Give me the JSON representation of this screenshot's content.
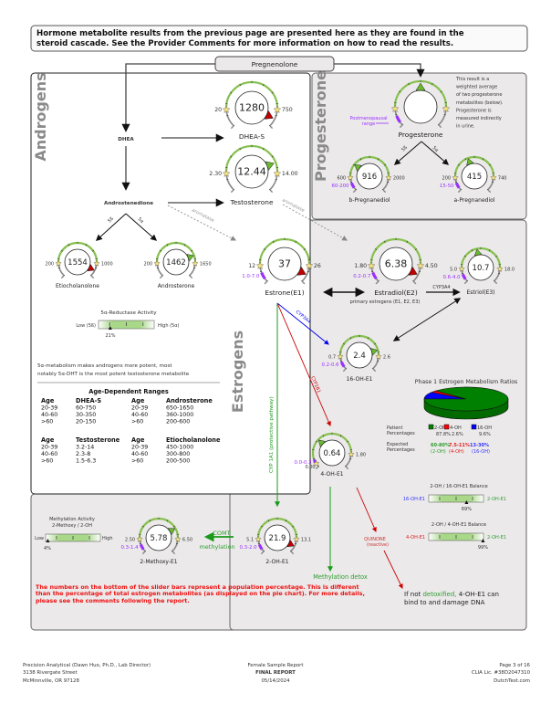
{
  "header": {
    "note_line1": "Hormone metabolite results from the previous page are presented here as they are found in the",
    "note_line2": "steroid cascade. See the Provider Comments for more information on how to read the results."
  },
  "pregnenolone": "Pregnenolone",
  "sections": {
    "androgens": "Androgens",
    "progesterone": "Progesterone",
    "estrogens": "Estrogens"
  },
  "androgens": {
    "dhea": "DHEA",
    "androstenedione": "Androstenedione",
    "enzyme_5b": "5ß",
    "enzyme_5a": "5α",
    "aromatase": "aromatase",
    "reductase": {
      "title": "5α-Reductase Activity",
      "low": "Low (5ß)",
      "high": "High (5α)",
      "value_label": "21%",
      "fraction": 0.21
    },
    "note_line1": "5α-metabolism makes androgens more potent, most",
    "note_line2": "notably 5α-DHT is the most potent testosterone metabolite"
  },
  "age_ranges": {
    "title": "Age-Dependent Ranges",
    "tables": [
      {
        "headers": [
          "Age",
          "DHEA-S"
        ],
        "rows": [
          [
            "20-39",
            "60-750"
          ],
          [
            "40-60",
            "30-350"
          ],
          [
            ">60",
            "20-150"
          ]
        ]
      },
      {
        "headers": [
          "Age",
          "Androsterone"
        ],
        "rows": [
          [
            "20-39",
            "650-1650"
          ],
          [
            "40-60",
            "360-1000"
          ],
          [
            ">60",
            "200-600"
          ]
        ]
      },
      {
        "headers": [
          "Age",
          "Testosterone"
        ],
        "rows": [
          [
            "20-39",
            "3.2-14"
          ],
          [
            "40-60",
            "2.3-8"
          ],
          [
            ">60",
            "1.5-6.3"
          ]
        ]
      },
      {
        "headers": [
          "Age",
          "Etiocholanolone"
        ],
        "rows": [
          [
            "20-39",
            "450-1000"
          ],
          [
            "40-60",
            "300-800"
          ],
          [
            ">60",
            "200-500"
          ]
        ]
      }
    ]
  },
  "progesterone": {
    "note_lines": [
      "This result is a",
      "weighted average",
      "of two progesterone",
      "metabolites (below).",
      "Progesterone is",
      "measured indirectly",
      "in urine."
    ],
    "postmenopausal_line1": "Postmenopausal",
    "postmenopausal_line2": "range",
    "enzyme_5b": "5ß",
    "enzyme_5a": "5α"
  },
  "gauges": [
    {
      "id": "dhea_s",
      "label": "DHEA-S",
      "value": "1280",
      "low": "20",
      "high": "750",
      "status": "high",
      "range": ""
    },
    {
      "id": "testosterone",
      "label": "Testosterone",
      "value": "12.44",
      "low": "2.30",
      "high": "14.00",
      "status": "normal",
      "range": ""
    },
    {
      "id": "progesterone",
      "label": "Progesterone",
      "value": "",
      "low": "",
      "high": "",
      "status": "normal",
      "range": ""
    },
    {
      "id": "b_pregnanediol",
      "label": "b-Pregnanediol",
      "value": "916",
      "low": "600",
      "high": "2000",
      "status": "normal",
      "range": "60-200"
    },
    {
      "id": "a_pregnanediol",
      "label": "a-Pregnanediol",
      "value": "415",
      "low": "200",
      "high": "740",
      "status": "normal",
      "range": "15-50"
    },
    {
      "id": "etiocholanolone",
      "label": "Etiocholanolone",
      "value": "1554",
      "low": "200",
      "high": "1000",
      "status": "high",
      "range": ""
    },
    {
      "id": "androsterone",
      "label": "Androsterone",
      "value": "1462",
      "low": "200",
      "high": "1650",
      "status": "normal",
      "range": ""
    },
    {
      "id": "estrone",
      "label": "Estrone(E1)",
      "value": "37",
      "low": "12",
      "high": "26",
      "status": "high",
      "range": "1.0-7.0"
    },
    {
      "id": "estradiol",
      "label": "Estradiol(E2)",
      "value": "6.38",
      "low": "1.80",
      "high": "4.50",
      "status": "high",
      "range": "0.2-0.7"
    },
    {
      "id": "estriol",
      "label": "Estriol(E3)",
      "value": "10.7",
      "low": "5.0",
      "high": "18.0",
      "status": "normal",
      "range": "0.6-4.0"
    },
    {
      "id": "oh16_e1",
      "label": "16-OH-E1",
      "value": "2.4",
      "low": "0.7",
      "high": "2.6",
      "status": "normal",
      "range": "0.2-0.6"
    },
    {
      "id": "oh4_e1",
      "label": "4-OH-E1",
      "value": "0.64",
      "low": "0.00",
      "high": "1.80",
      "status": "normal",
      "range": "0.0-0.3"
    },
    {
      "id": "methoxy2_e1",
      "label": "2-Methoxy-E1",
      "value": "5.78",
      "low": "2.50",
      "high": "6.50",
      "status": "normal",
      "range": "0.3-1.4"
    },
    {
      "id": "oh2_e1",
      "label": "2-OH-E1",
      "value": "21.9",
      "low": "5.1",
      "high": "13.1",
      "status": "high",
      "range": "0.3-2.0"
    }
  ],
  "estrogens": {
    "primary_estrogens": "primary estrogens (E1, E2, E3)",
    "cyp3a4_e2_e3": "CYP3A4",
    "cyp3a4_e1_16oh": "CYP3A4",
    "cyp1b1": "CYP1B1",
    "cyp1a1": "CYP 1A1 (protective pathway)",
    "comt": "COMT",
    "methylation": "methylation",
    "methylation_detox": "Methylation detox",
    "quinone": "QUINONE",
    "reactive": "(reactive)",
    "dna_note_prefix": "If not ",
    "dna_note_detoxified": "detoxified,",
    "dna_note_suffix": " 4-OH-E1 can",
    "dna_note_line2": "bind to and damage DNA"
  },
  "phase1_ratios": {
    "type": "pie",
    "title": "Phase 1 Estrogen Metabolism Ratios",
    "slices": [
      {
        "name": "2-OH",
        "value": 87.8,
        "value_label": "87.8%",
        "color": "#008000",
        "expected": "60-80%",
        "expected_name": "(2-OH)",
        "text_color": "#2e9e2e"
      },
      {
        "name": "4-OH",
        "value": 2.6,
        "value_label": "2.6%",
        "color": "#ff0000",
        "expected": "7.5-11%",
        "expected_name": "(4-OH)",
        "text_color": "#e02020"
      },
      {
        "name": "16-OH",
        "value": 9.6,
        "value_label": "9.6%",
        "color": "#0000ff",
        "expected": "13-30%",
        "expected_name": "(16-OH)",
        "text_color": "#3333ff"
      }
    ],
    "patient_line1": "Patient",
    "patient_line2": "Percentages",
    "expected_line1": "Expected",
    "expected_line2": "Percentages"
  },
  "balances": [
    {
      "title": "2-OH / 16-OH-E1 Balance",
      "left": "16-OH-E1",
      "right": "2-OH-E1",
      "value_label": "69%",
      "fraction": 0.69,
      "left_color": "#3333ff",
      "right_color": "#2e9e2e"
    },
    {
      "title": "2-OH / 4-OH-E1 Balance",
      "left": "4-OH-E1",
      "right": "2-OH-E1",
      "value_label": "99%",
      "fraction": 0.99,
      "left_color": "#e02020",
      "right_color": "#2e9e2e"
    }
  ],
  "methylation_activity": {
    "title_line1": "Methylation Activity",
    "title_line2": "2-Methoxy / 2-OH",
    "low": "Low",
    "high": "High",
    "value_label": "4%",
    "fraction": 0.04
  },
  "red_note": [
    "The numbers on the bottom of the slider bars represent a population percentage. This is different",
    "than the percentage of total estrogen metabolites (as displayed on the pie chart). For more details,",
    "please see the comments following the report."
  ],
  "footer": {
    "left": [
      "Precision Analytical (Dawn Huo, Ph.D., Lab Director)",
      "3138 Rivergate Street",
      "McMinnville, OR 97128"
    ],
    "center": [
      "Female Sample Report",
      "FINAL REPORT",
      "05/14/2024"
    ],
    "right": [
      "Page 3 of 16",
      "CLIA Lic. #38D2047310",
      "DutchTest.com"
    ]
  },
  "colors": {
    "normal_marker": "#6ab830",
    "high_marker": "#c00000",
    "range_arc": "#88c050",
    "range_mark": "#9b30ff",
    "panel_gray": "#ebe9ea"
  }
}
